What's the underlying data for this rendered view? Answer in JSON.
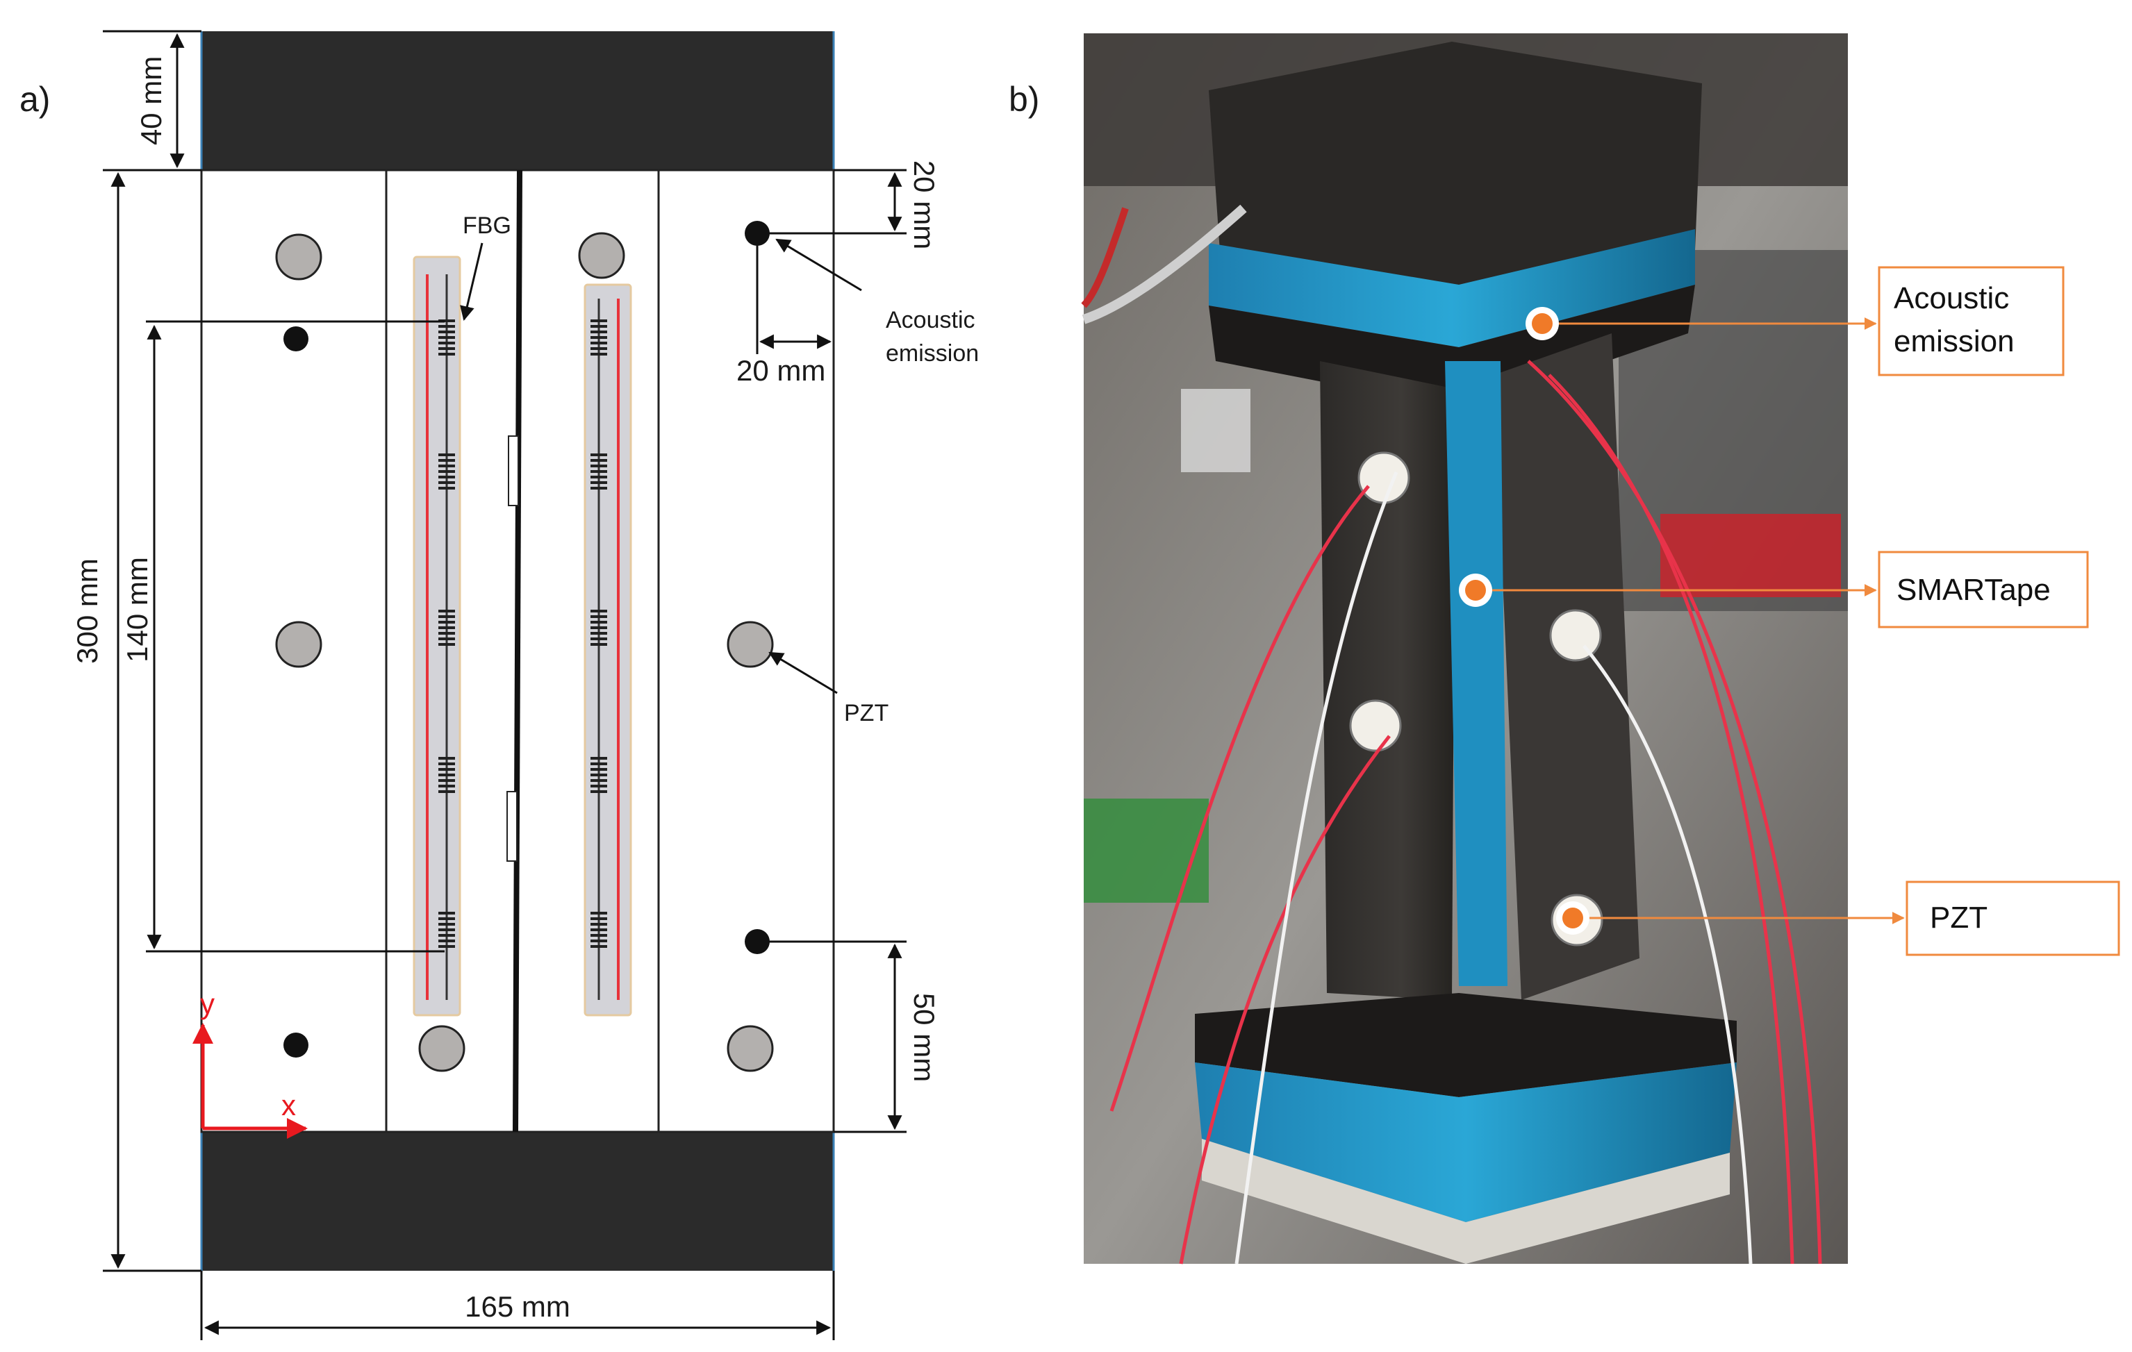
{
  "panel_a": {
    "label": "a)",
    "dimensions": {
      "top_block": "40 mm",
      "total_height": "300 mm",
      "fbg_span": "140 mm",
      "ae_offset_y": "20 mm",
      "ae_offset_x": "20 mm",
      "bottom_pzt_offset": "50 mm",
      "width": "165 mm"
    },
    "labels": {
      "fbg": "FBG",
      "acoustic_emission_line1": "Acoustic",
      "acoustic_emission_line2": "emission",
      "pzt": "PZT",
      "axis_x": "x",
      "axis_y": "y"
    },
    "colors": {
      "clamp_block": "#2b2b2b",
      "pzt_disk": "#b3b0ae",
      "fbg_tape": "#d3d3d8",
      "fbg_fiber": "#e8323a",
      "axis": "#e8191f"
    }
  },
  "panel_b": {
    "label": "b)",
    "callouts": [
      {
        "line1": "Acoustic",
        "line2": "emission"
      },
      {
        "line1": "SMARTape",
        "line2": ""
      },
      {
        "line1": "PZT",
        "line2": ""
      }
    ],
    "colors": {
      "callout_border": "#f08a3e",
      "marker": "#f07a28"
    }
  }
}
